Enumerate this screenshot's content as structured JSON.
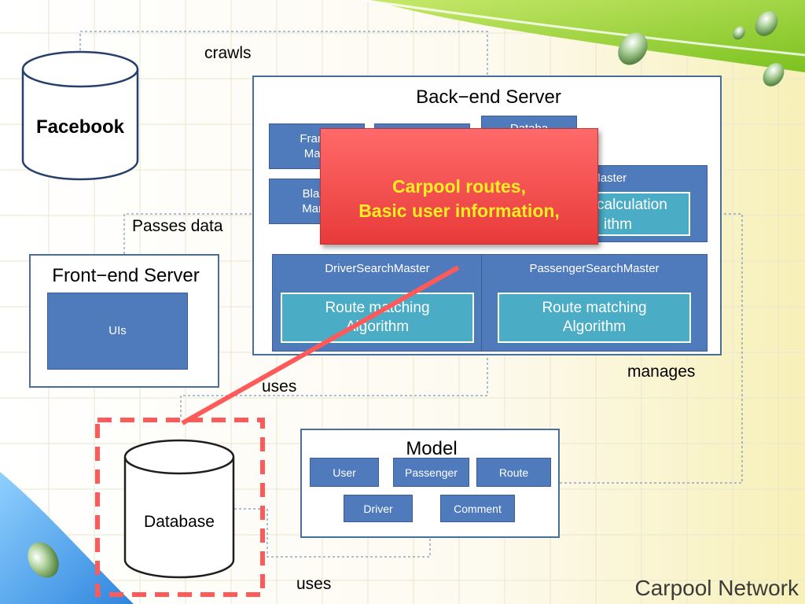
{
  "footer_title": "Carpool Network",
  "connectors": {
    "crawls": "crawls",
    "passes_data": "Passes data",
    "uses_top": "uses",
    "uses_bottom": "uses",
    "manages": "manages"
  },
  "facebook": {
    "label": "Facebook"
  },
  "database": {
    "label": "Database"
  },
  "front_end": {
    "title": "Front−end Server",
    "uis": "UIs"
  },
  "back_end": {
    "title": "Back−end Server",
    "framework_master_partial": [
      "Frame",
      "Mast"
    ],
    "black_manager_partial": [
      "Black",
      "Mana"
    ],
    "database_partial": "Databa",
    "facility_master_partial": "lityMaster",
    "calculation_partial": [
      "calculation",
      "ithm"
    ],
    "driver_search_master": "DriverSearchMaster",
    "passenger_search_master": "PassengerSearchMaster",
    "route_matching_left": [
      "Route matching",
      "Algorithm"
    ],
    "route_matching_right": [
      "Route matching",
      "Algorithm"
    ]
  },
  "model": {
    "title": "Model",
    "items": [
      "User",
      "Passenger",
      "Route",
      "Driver",
      "Comment"
    ]
  },
  "callout": {
    "line1": "Carpool routes,",
    "line2": "Basic user information,"
  },
  "colors": {
    "box_blue": "#4f7bbd",
    "teal": "#4bacc6",
    "callout_red": "#ff5a5a",
    "callout_text": "#ffee22",
    "dashed_red": "#ff5a5a"
  }
}
